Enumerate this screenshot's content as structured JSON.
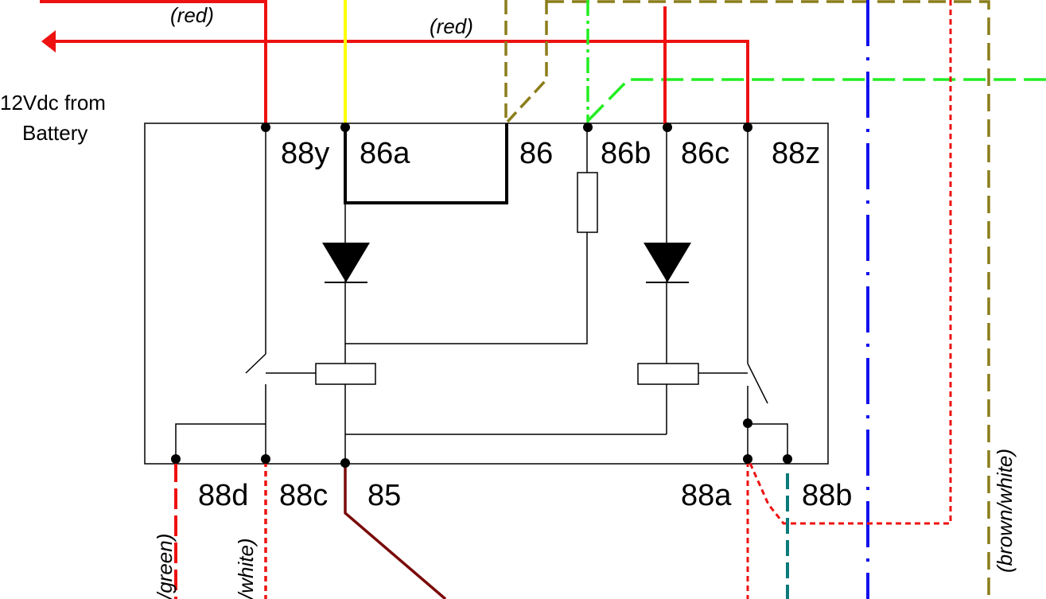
{
  "labels": {
    "battery_line1": "12Vdc from",
    "battery_line2": "Battery",
    "wire_red_1": "(red)",
    "wire_red_2": "(red)",
    "wire_green": "/green)",
    "wire_white": "/white)",
    "wire_brown_white": "(brown/white)"
  },
  "pins": {
    "p88y": "88y",
    "p86a": "86a",
    "p86": "86",
    "p86b": "86b",
    "p86c": "86c",
    "p88z": "88z",
    "p88d": "88d",
    "p88c": "88c",
    "p85": "85",
    "p88a": "88a",
    "p88b": "88b"
  },
  "colors": {
    "red": "#ee1111",
    "yellow": "#ffff00",
    "olive": "#8b7d1a",
    "green": "#22ee22",
    "blue": "#1111ee",
    "teal": "#0a7a7a",
    "brown": "#7a0a0a",
    "black": "#000000"
  }
}
